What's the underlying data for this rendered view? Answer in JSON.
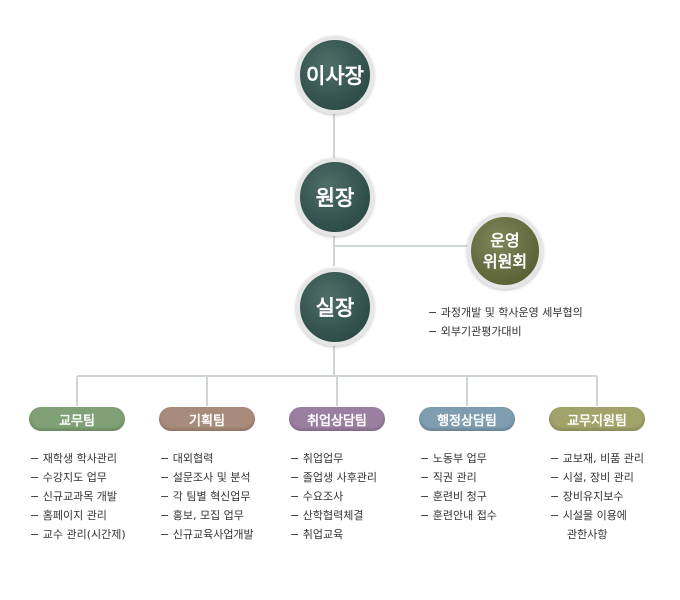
{
  "nodes": {
    "chairman": "이사장",
    "director": "원장",
    "chief": "실장",
    "committee_line1": "운영",
    "committee_line2": "위원회"
  },
  "committee_notes": [
    "− 과정개발 및 학사운영 세부협의",
    "− 외부기관평가대비"
  ],
  "teams": [
    {
      "label": "교무팀",
      "color": "#7fa175",
      "tasks": [
        "− 재학생 학사관리",
        "− 수강지도 업무",
        "− 신규교과목 개발",
        "− 홈페이지 관리",
        "− 교수 관리(시간제)"
      ]
    },
    {
      "label": "기획팀",
      "color": "#a98b7b",
      "tasks": [
        "− 대외협력",
        "− 설문조사 및 분석",
        "− 각 팀별 혁신업무",
        "− 홍보, 모집 업무",
        "− 신규교육사업개발"
      ]
    },
    {
      "label": "취업상담팀",
      "color": "#9b7fa0",
      "tasks": [
        "− 취업업무",
        "− 졸업생 사후관리",
        "− 수요조사",
        "− 산학협력체결",
        "− 취업교육"
      ]
    },
    {
      "label": "행정상담팀",
      "color": "#7f9db1",
      "tasks": [
        "− 노동부 업무",
        "− 직권 관리",
        "− 훈련비 청구",
        "− 훈련안내 접수"
      ]
    },
    {
      "label": "교무지원팀",
      "color": "#a1a36b",
      "tasks": [
        "− 교보재, 비품 관리",
        "− 시설, 장비 관리",
        "− 장비유지보수",
        "− 시설물 이용에",
        "관한사항"
      ]
    }
  ]
}
